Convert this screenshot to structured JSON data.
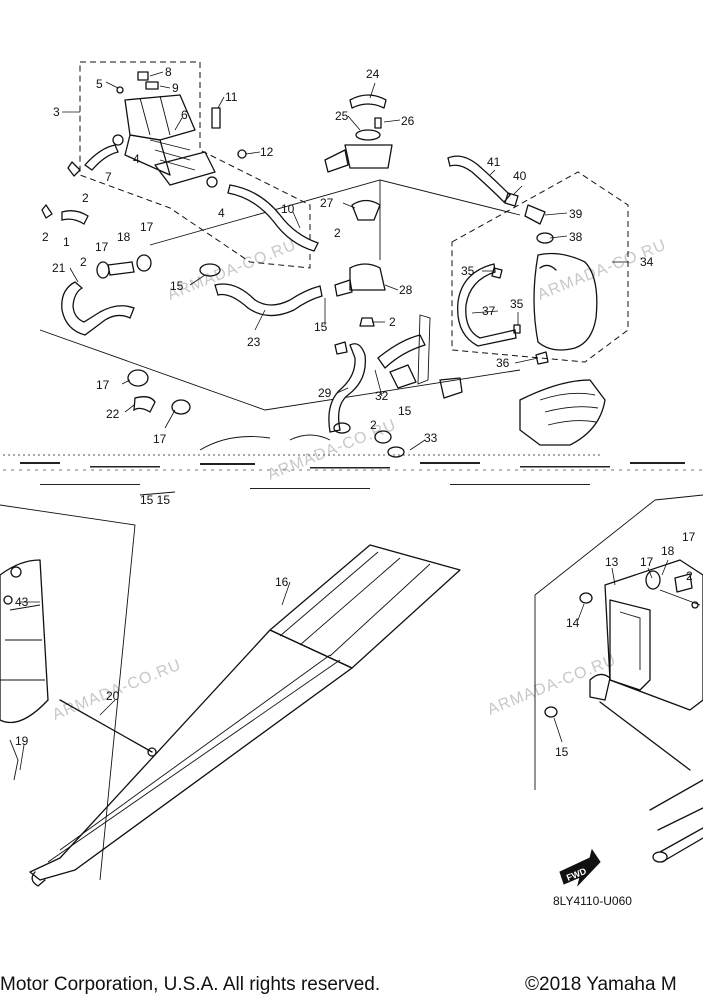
{
  "callouts": {
    "c1": "1",
    "c2a": "2",
    "c2b": "2",
    "c2c": "2",
    "c2d": "2",
    "c2e": "2",
    "c2f": "2",
    "c2g": "2",
    "c3": "3",
    "c4a": "4",
    "c4b": "4",
    "c5": "5",
    "c6": "6",
    "c7": "7",
    "c8": "8",
    "c9": "9",
    "c10": "10",
    "c11": "11",
    "c12": "12",
    "c13": "13",
    "c14": "14",
    "c15a": "15",
    "c15b": "15",
    "c15c": "15",
    "c15d": "15",
    "c15e": "15 15",
    "c16": "16",
    "c17a": "17",
    "c17b": "17",
    "c17c": "17",
    "c17d": "17",
    "c17e": "17",
    "c17f": "17",
    "c18a": "18",
    "c18b": "18",
    "c19": "19",
    "c20": "20",
    "c21": "21",
    "c22": "22",
    "c23": "23",
    "c24": "24",
    "c25": "25",
    "c26": "26",
    "c27": "27",
    "c28": "28",
    "c29": "29",
    "c32": "32",
    "c33": "33",
    "c34": "34",
    "c35a": "35",
    "c35b": "35",
    "c36": "36",
    "c37": "37",
    "c38": "38",
    "c39": "39",
    "c40": "40",
    "c41": "41",
    "c43": "43"
  },
  "watermark": "ARMADA-CO.RU",
  "diagram_code": "8LY4110-U060",
  "fwd_label": "FWD",
  "footer": {
    "left": "Motor Corporation, U.S.A. All rights reserved.",
    "right": "©2018 Yamaha M"
  },
  "colors": {
    "ink": "#111111",
    "watermark": "#c8c8c8",
    "background": "#ffffff"
  }
}
